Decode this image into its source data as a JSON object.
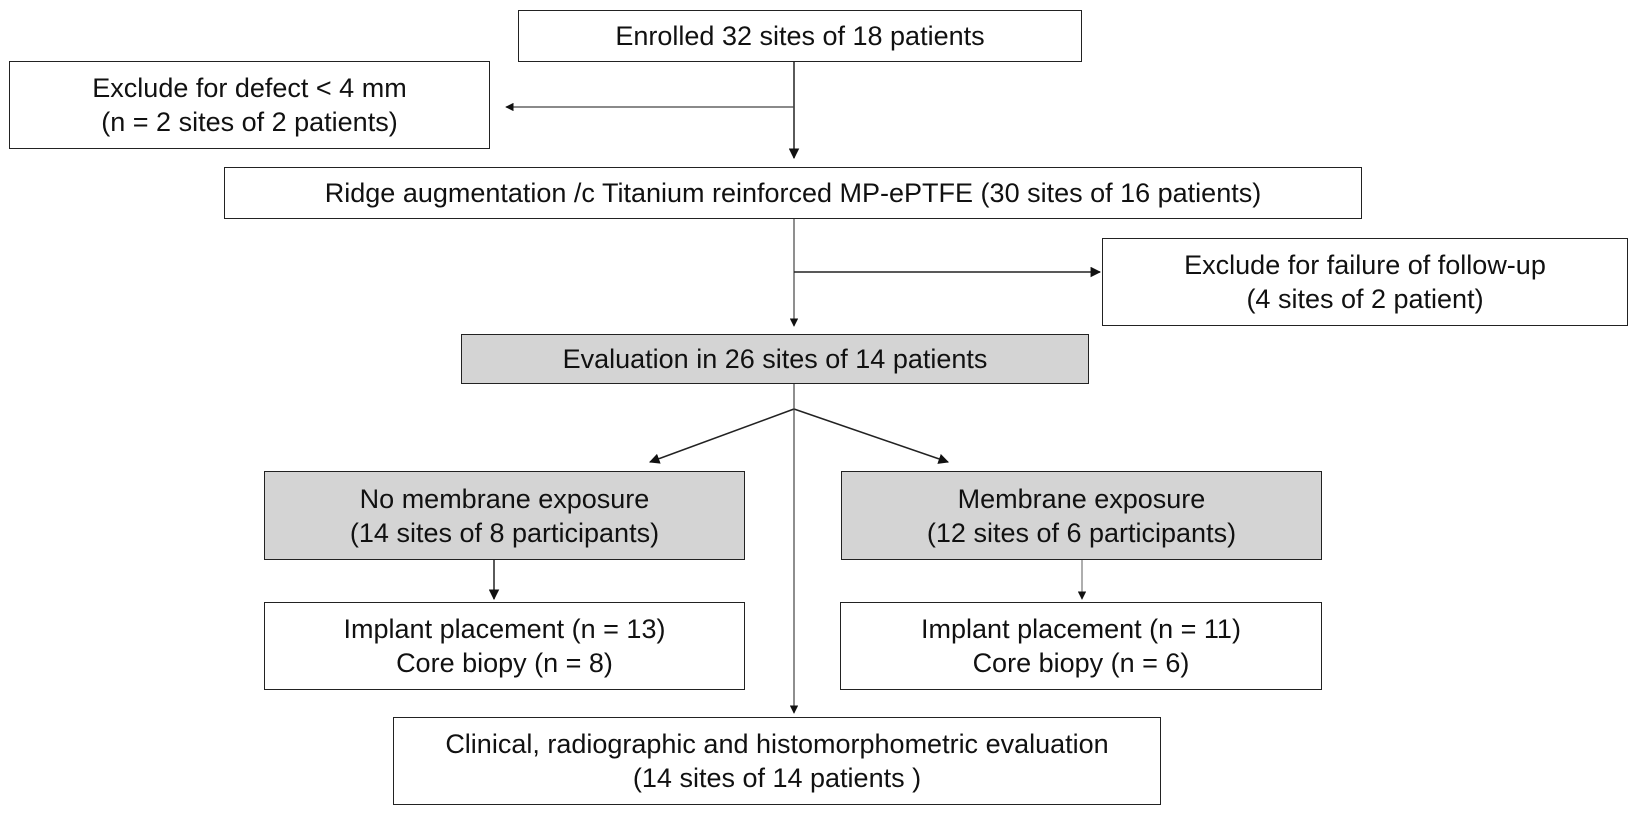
{
  "flowchart": {
    "enrolled": {
      "line1": "Enrolled 32 sites of 18 patients"
    },
    "exclude_defect": {
      "line1": "Exclude for defect < 4 mm",
      "line2": "(n = 2 sites of 2 patients)"
    },
    "ridge_augmentation": {
      "line1": "Ridge augmentation /c Titanium reinforced MP-ePTFE (30 sites of 16 patients)"
    },
    "exclude_followup": {
      "line1": "Exclude for failure of follow-up",
      "line2": "(4 sites of 2 patient)"
    },
    "evaluation": {
      "line1": "Evaluation in 26 sites of 14 patients"
    },
    "no_exposure": {
      "line1": "No membrane exposure",
      "line2": "(14 sites of 8 participants)"
    },
    "exposure": {
      "line1": "Membrane exposure",
      "line2": "(12 sites of 6 participants)"
    },
    "implant_left": {
      "line1": "Implant placement (n = 13)",
      "line2": "Core biopy (n = 8)"
    },
    "implant_right": {
      "line1": "Implant placement (n = 11)",
      "line2": "Core biopy (n = 6)"
    },
    "final_evaluation": {
      "line1": "Clinical, radiographic and histomorphometric evaluation",
      "line2": "(14 sites of 14 patients )"
    }
  },
  "colors": {
    "box_fill": "#ffffff",
    "highlight_fill": "#d4d4d4",
    "stroke": "#222222"
  }
}
